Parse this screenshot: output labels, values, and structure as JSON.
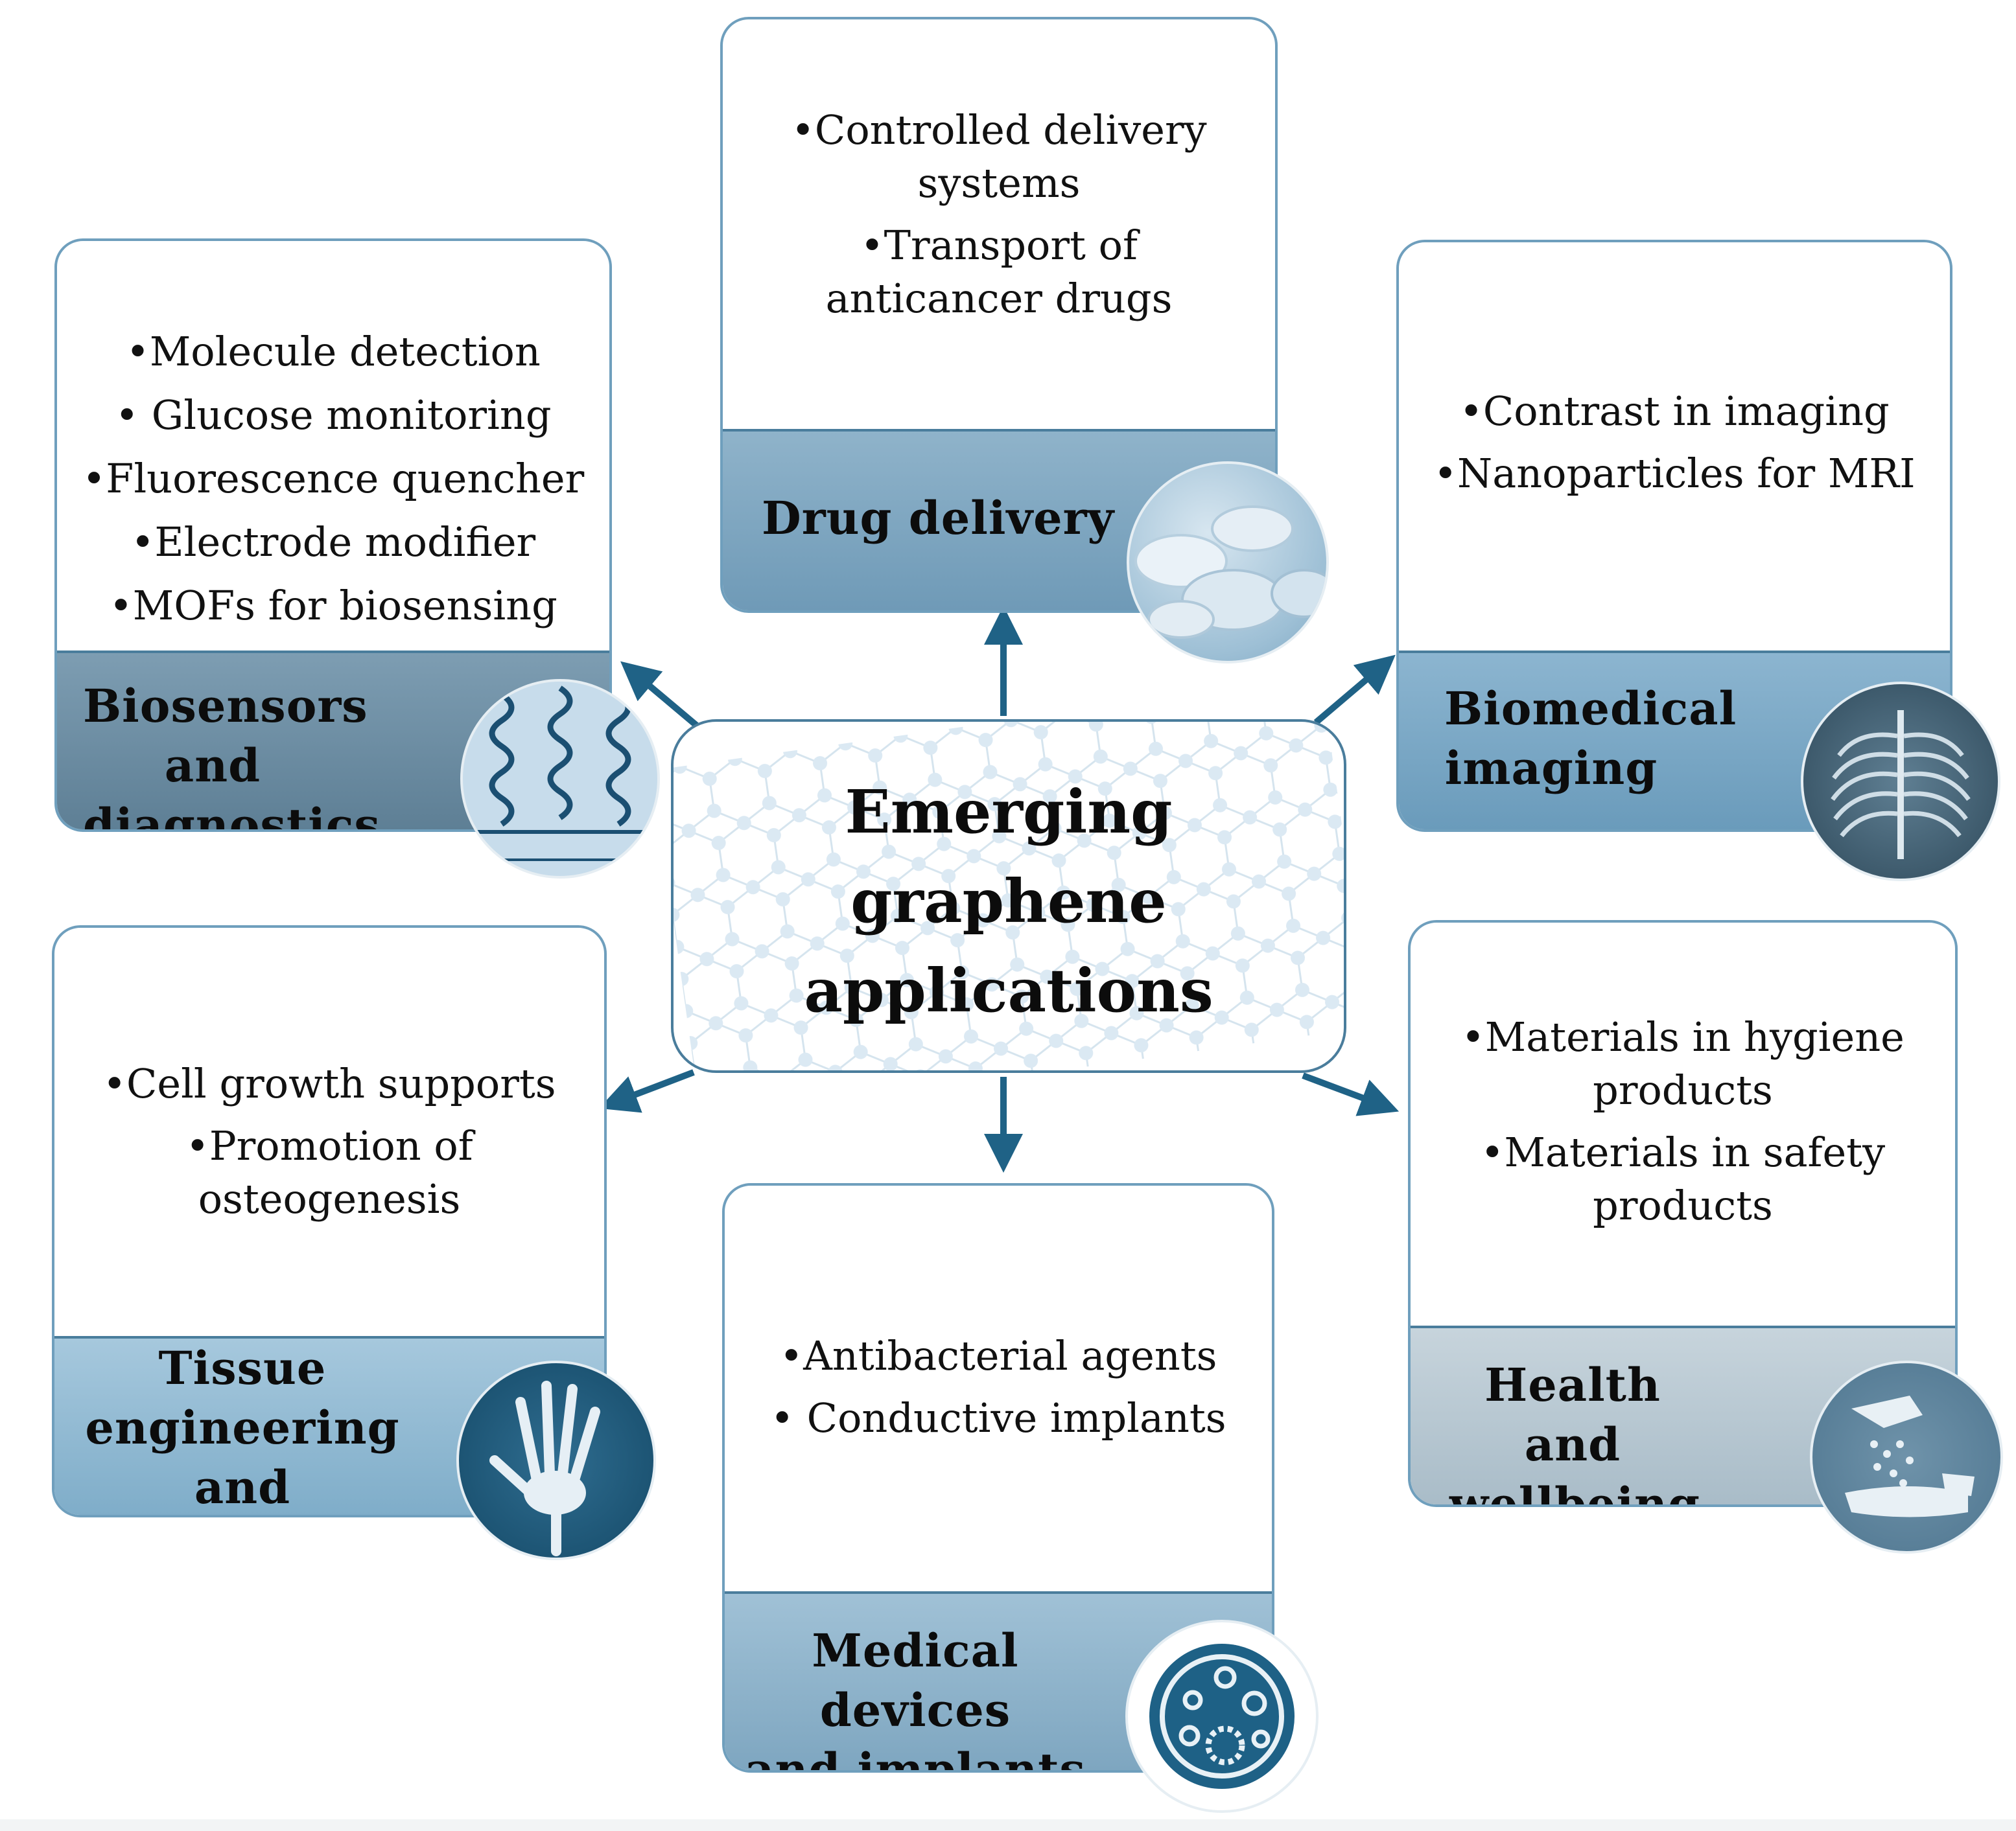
{
  "center": {
    "lines": [
      "Emerging",
      "graphene",
      "applications"
    ]
  },
  "cards": {
    "drug_delivery": {
      "title_lines": [
        "Drug delivery"
      ],
      "items": [
        "•Controlled delivery systems",
        "•Transport of anticancer drugs"
      ],
      "icon": "pills-icon",
      "footer_color": "#86aac3"
    },
    "biosensors": {
      "title_lines": [
        "Biosensors and",
        "diagnostics"
      ],
      "items": [
        "•Molecule detection",
        "• Glucose monitoring",
        "•Fluorescence quencher",
        "•Electrode modifier",
        "•MOFs for biosensing"
      ],
      "icon": "dna-strands-icon",
      "footer_color": "#6f8fa4"
    },
    "biomedical_imaging": {
      "title_lines": [
        "Biomedical",
        "imaging"
      ],
      "items": [
        "•Contrast in imaging",
        "•Nanoparticles for MRI"
      ],
      "icon": "chest-xray-icon",
      "footer_color": "#7ea9c6"
    },
    "tissue_engineering": {
      "title_lines": [
        "Tissue",
        "engineering and",
        "regeneration"
      ],
      "items": [
        "•Cell growth supports",
        "•Promotion of osteogenesis"
      ],
      "icon": "hand-xray-icon",
      "footer_color": "#8bb6d1"
    },
    "medical_devices": {
      "title_lines": [
        "Medical devices",
        "and implants"
      ],
      "items": [
        "•Antibacterial agents",
        "• Conductive implants"
      ],
      "icon": "petri-dish-icon",
      "footer_color": "#8eb2c9"
    },
    "health_wellbeing": {
      "title_lines": [
        "Health and",
        "wellbeing"
      ],
      "items": [
        "•Materials in hygiene products",
        "•Materials in safety products"
      ],
      "icon": "hand-washing-icon",
      "footer_color": "#b9c9d3"
    }
  },
  "colors": {
    "arrow": "#1f6286",
    "card_border": "#6f9fbd"
  }
}
